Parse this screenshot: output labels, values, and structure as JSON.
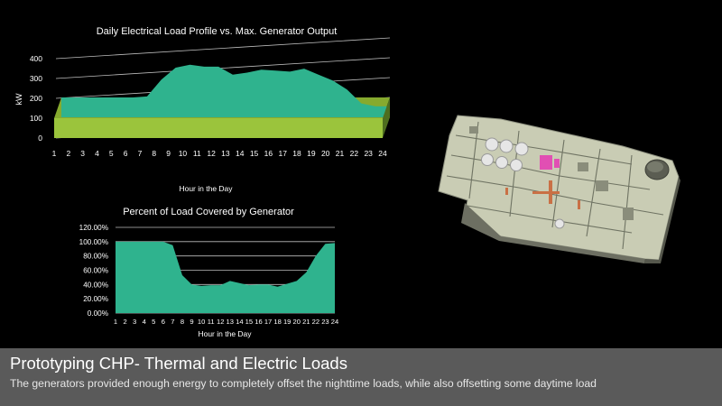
{
  "slide": {
    "title": "Prototyping CHP- Thermal and Electric Loads",
    "subtitle": "The generators provided enough energy to completely offset the nighttime loads, while also offsetting some daytime load"
  },
  "colors": {
    "load_area": "#2fb38e",
    "generator_front": "#9bc43c",
    "generator_top": "#86aa2e",
    "generator_side": "#4e6e1f",
    "percent_area": "#2fb38e",
    "gridline": "#bdbdbd",
    "background": "#000000",
    "caption_bar": "#5a5a5a"
  },
  "building_image": {
    "alt": "building-3d-model"
  },
  "chart_data": [
    {
      "type": "area",
      "three_d": true,
      "title": "Daily Electrical Load Profile vs. Max. Generator Output",
      "xlabel": "Hour in the Day",
      "ylabel": "kW",
      "ylim": [
        0,
        400
      ],
      "yticks": [
        "0",
        "100",
        "200",
        "300",
        "400"
      ],
      "grid": true,
      "categories": [
        "1",
        "2",
        "3",
        "4",
        "5",
        "6",
        "7",
        "8",
        "9",
        "10",
        "11",
        "12",
        "13",
        "14",
        "15",
        "16",
        "17",
        "18",
        "19",
        "20",
        "21",
        "22",
        "23",
        "24"
      ],
      "series": [
        {
          "role": "load",
          "values": [
            100,
            100,
            100,
            100,
            100,
            100,
            105,
            190,
            250,
            265,
            255,
            255,
            215,
            225,
            240,
            235,
            230,
            245,
            215,
            185,
            140,
            70,
            55,
            55
          ]
        },
        {
          "role": "generator",
          "values": [
            100,
            100,
            100,
            100,
            100,
            100,
            100,
            100,
            100,
            100,
            100,
            100,
            100,
            100,
            100,
            100,
            100,
            100,
            100,
            100,
            100,
            100,
            100,
            100
          ]
        }
      ]
    },
    {
      "type": "area",
      "title": "Percent of Load Covered by Generator",
      "xlabel": "Hour in the Day",
      "ylabel": "",
      "ylim": [
        0,
        1.2
      ],
      "yticks": [
        "0.00%",
        "20.00%",
        "40.00%",
        "60.00%",
        "80.00%",
        "100.00%",
        "120.00%"
      ],
      "grid": true,
      "categories": [
        "1",
        "2",
        "3",
        "4",
        "5",
        "6",
        "7",
        "8",
        "9",
        "10",
        "11",
        "12",
        "13",
        "14",
        "15",
        "16",
        "17",
        "18",
        "19",
        "20",
        "21",
        "22",
        "23",
        "24"
      ],
      "values": [
        1.0,
        1.0,
        1.0,
        1.0,
        1.0,
        1.0,
        0.95,
        0.53,
        0.4,
        0.38,
        0.39,
        0.39,
        0.45,
        0.42,
        0.39,
        0.4,
        0.4,
        0.37,
        0.41,
        0.45,
        0.57,
        0.8,
        0.97,
        0.98
      ]
    }
  ]
}
